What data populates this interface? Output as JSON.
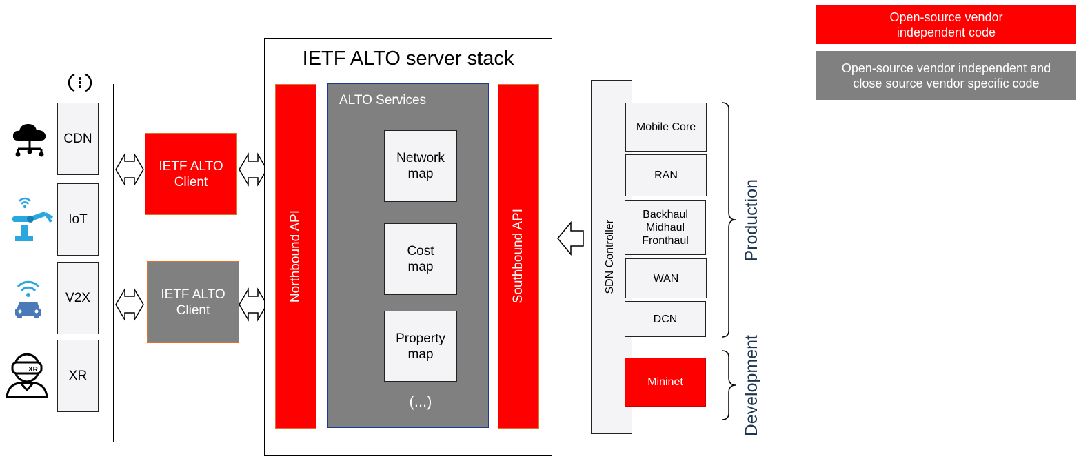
{
  "legend": {
    "red_label": "Open-source vendor\nindependent code",
    "gray_label": "Open-source vendor independent and\nclose source vendor specific code"
  },
  "colors": {
    "red": "#ff0000",
    "gray": "#808080",
    "dark_blue": "#1f3550",
    "icon_blue": "#2aa7e0"
  },
  "apps": [
    "CDN",
    "IoT",
    "V2X",
    "XR"
  ],
  "app_icons": [
    "more-icon",
    "cloud-network-icon",
    "robot-arm-wifi-icon",
    "connected-car-icon",
    "vr-headset-user-icon"
  ],
  "clients": {
    "top": "IETF ALTO\nClient",
    "bottom": "IETF ALTO\nClient"
  },
  "stack": {
    "title": "IETF ALTO server stack",
    "northbound": "Northbound API",
    "southbound": "Southbound API",
    "services_title": "ALTO Services",
    "services": [
      "Network\nmap",
      "Cost\nmap",
      "Property\nmap"
    ],
    "more": "(...)"
  },
  "sdn": {
    "controller": "SDN Controller",
    "domains": [
      "Mobile Core",
      "RAN",
      "Backhaul\nMidhaul\nFronthaul",
      "WAN",
      "DCN"
    ],
    "mininet": "Mininet"
  },
  "groups": {
    "production": "Production",
    "development": "Development"
  }
}
